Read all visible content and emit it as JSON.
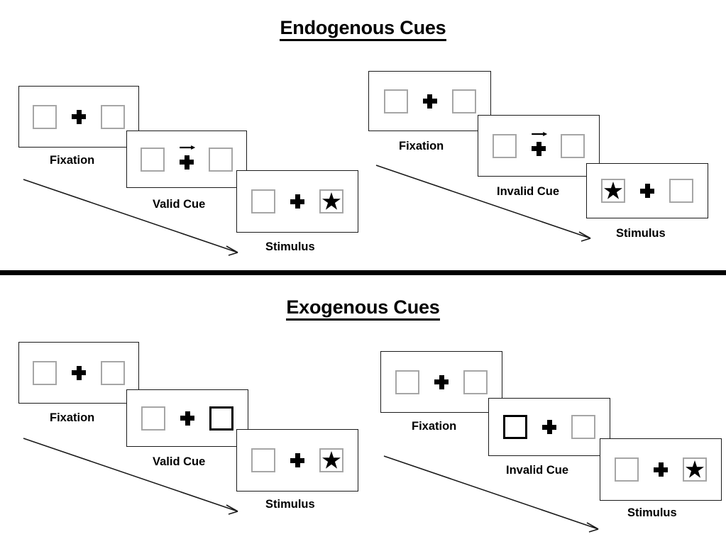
{
  "sections": [
    {
      "id": "endogenous",
      "title": "Endogenous Cues",
      "sequences": [
        {
          "id": "endogenous-valid",
          "condition": "Valid Cue",
          "frames": [
            {
              "caption": "Fixation",
              "type": "fixation",
              "cue": "none",
              "cue_side": "none",
              "stimulus_side": "none"
            },
            {
              "caption": "Valid Cue",
              "type": "cue",
              "cue": "arrow",
              "cue_side": "right",
              "stimulus_side": "none"
            },
            {
              "caption": "Stimulus",
              "type": "stimulus",
              "cue": "none",
              "cue_side": "none",
              "stimulus_side": "right"
            }
          ]
        },
        {
          "id": "endogenous-invalid",
          "condition": "Invalid Cue",
          "frames": [
            {
              "caption": "Fixation",
              "type": "fixation",
              "cue": "none",
              "cue_side": "none",
              "stimulus_side": "none"
            },
            {
              "caption": "Invalid Cue",
              "type": "cue",
              "cue": "arrow",
              "cue_side": "right",
              "stimulus_side": "none"
            },
            {
              "caption": "Stimulus",
              "type": "stimulus",
              "cue": "none",
              "cue_side": "none",
              "stimulus_side": "left"
            }
          ]
        }
      ]
    },
    {
      "id": "exogenous",
      "title": "Exogenous Cues",
      "sequences": [
        {
          "id": "exogenous-valid",
          "condition": "Valid Cue",
          "frames": [
            {
              "caption": "Fixation",
              "type": "fixation",
              "cue": "none",
              "cue_side": "none",
              "stimulus_side": "none"
            },
            {
              "caption": "Valid Cue",
              "type": "cue",
              "cue": "box-flash",
              "cue_side": "right",
              "stimulus_side": "none"
            },
            {
              "caption": "Stimulus",
              "type": "stimulus",
              "cue": "none",
              "cue_side": "none",
              "stimulus_side": "right"
            }
          ]
        },
        {
          "id": "exogenous-invalid",
          "condition": "Invalid Cue",
          "frames": [
            {
              "caption": "Fixation",
              "type": "fixation",
              "cue": "none",
              "cue_side": "none",
              "stimulus_side": "none"
            },
            {
              "caption": "Invalid Cue",
              "type": "cue",
              "cue": "box-flash",
              "cue_side": "left",
              "stimulus_side": "none"
            },
            {
              "caption": "Stimulus",
              "type": "stimulus",
              "cue": "none",
              "cue_side": "none",
              "stimulus_side": "right"
            }
          ]
        }
      ]
    }
  ],
  "icons": {
    "fixation_cross": "plus-cross-icon",
    "cue_arrow": "right-arrow-icon",
    "star": "star-icon",
    "time_flow": "time-flow-arrow-icon",
    "placeholder": "placeholder-box-icon"
  },
  "colors": {
    "stroke": "#1a1a1a",
    "placeholder_border": "#a6a6a6",
    "cue_border": "#000000",
    "stimulus_fill": "#000000",
    "background": "#ffffff",
    "divider": "#000000"
  }
}
